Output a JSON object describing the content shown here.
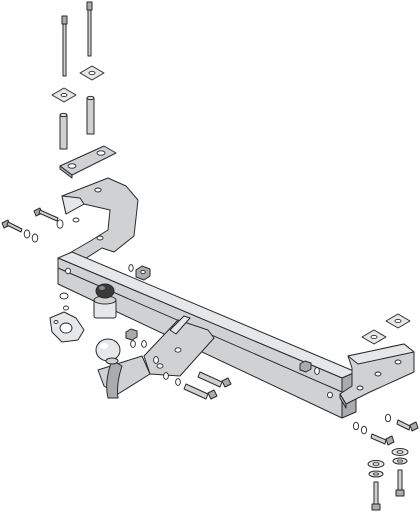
{
  "diagram": {
    "kind": "exploded-assembly",
    "subject": "tow bar hitch",
    "parts": [
      "long-bolt",
      "square-plate-washer",
      "spacer-sleeve",
      "mounting-strip",
      "left-side-bracket",
      "crossbar-beam",
      "right-side-bracket",
      "tow-ball-neck",
      "socket-plate",
      "electrical-socket",
      "short-bolt",
      "washer",
      "lock-washer",
      "nut",
      "cable-bracket"
    ],
    "colors": {
      "line": "#2a2a2a",
      "metal": "#cfd1d3",
      "metal_light": "#e6e7e8",
      "metal_dark": "#a9abad",
      "background": "#ffffff"
    }
  }
}
